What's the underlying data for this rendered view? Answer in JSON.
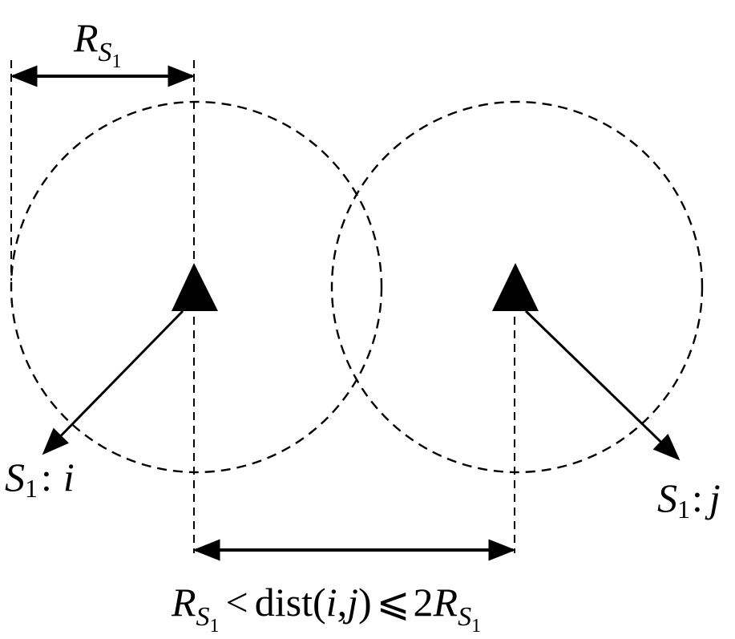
{
  "labels": {
    "radius_top": {
      "symbol": "R",
      "subscript_letter": "S",
      "subscript_index": "1"
    },
    "node_i": {
      "prefix": "S",
      "index": "1",
      "separator": ":",
      "node": "i"
    },
    "node_j": {
      "prefix": "S",
      "index": "1",
      "separator": ":",
      "node": "j"
    },
    "distance_condition": {
      "lhs_symbol": "R",
      "lhs_subscript_letter": "S",
      "lhs_subscript_index": "1",
      "less_than": "<",
      "func": "dist(",
      "arg_i": "i",
      "comma": ",",
      "arg_j": "j",
      "close_paren": ")",
      "less_equal": "⩽",
      "coefficient": "2",
      "rhs_symbol": "R",
      "rhs_subscript_letter": "S",
      "rhs_subscript_index": "1"
    }
  },
  "colors": {
    "stroke": "#000000",
    "background": "#ffffff"
  },
  "icons": {
    "sensor_node": "filled-triangle-icon",
    "arrow": "arrowhead-icon"
  }
}
